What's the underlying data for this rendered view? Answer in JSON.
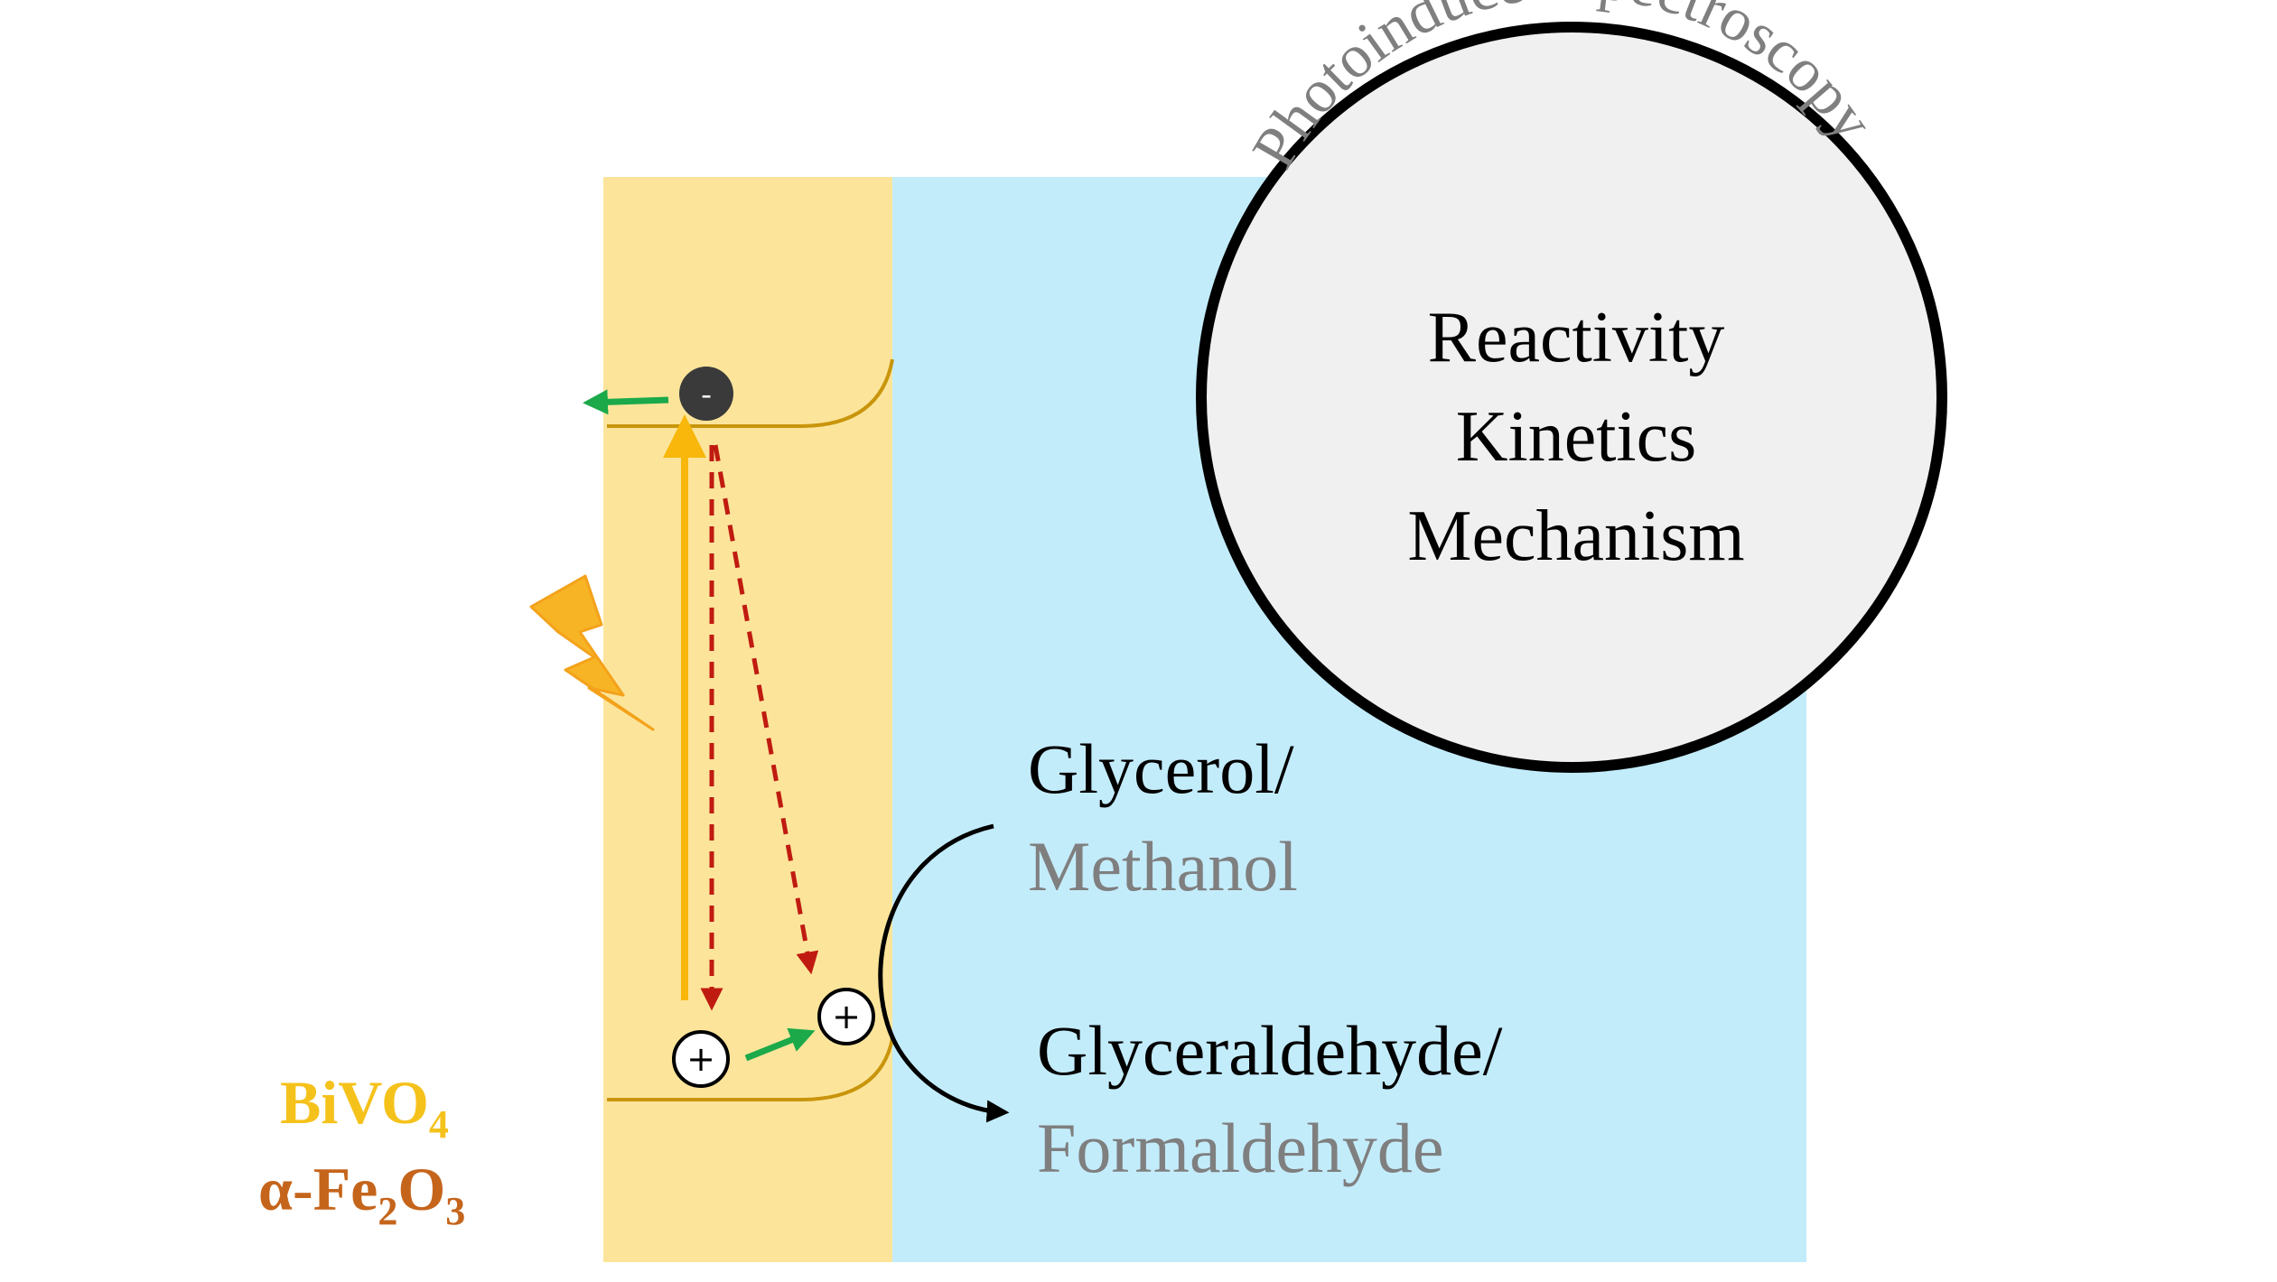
{
  "materials": {
    "bivo4": {
      "text": "BiVO",
      "sub": "4",
      "color": "#f5c21b"
    },
    "fe2o3": {
      "text": "α-Fe",
      "sub1": "2",
      "mid": "O",
      "sub2": "3",
      "color": "#c5651b"
    }
  },
  "charges": {
    "electron": "-",
    "hole_1": "+",
    "hole_2": "+"
  },
  "reactions": {
    "reactant_1": "Glycerol/",
    "reactant_2": "Methanol",
    "product_1": "Glyceraldehyde/",
    "product_2": "Formaldehyde"
  },
  "circle": {
    "arc_title": "Photoinduced spectroscopy",
    "items": [
      "Reactivity",
      "Kinetics",
      "Mechanism"
    ]
  },
  "colors": {
    "semiconductor_fill": "#fce59b",
    "electrolyte_fill": "#c3ecfb",
    "band_line": "#c9950c",
    "excitation_arrow": "#f8b70a",
    "recombination_arrow": "#c01b10",
    "transfer_arrow": "#1ba94a",
    "lightning": "#f7b425",
    "circle_fill": "#f0f0f0",
    "secondary_text": "#7f7f7f"
  }
}
